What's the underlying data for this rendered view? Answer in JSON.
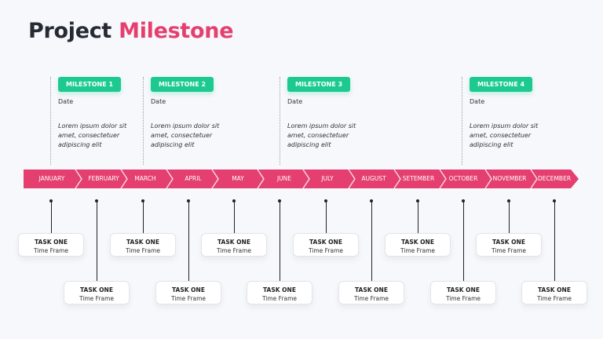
{
  "title": {
    "part1": "Project",
    "part2": "Milestone"
  },
  "colors": {
    "accent": "#e43f6f",
    "milestone": "#1cc98f",
    "text": "#262a33"
  },
  "milestones": [
    {
      "label": "MILESTONE 1",
      "date": "Date",
      "desc": "Lorem ipsum dolor sit amet, consectetuer adipiscing elit",
      "month_index": 0
    },
    {
      "label": "MILESTONE 2",
      "date": "Date",
      "desc": "Lorem ipsum dolor sit amet, consectetuer adipiscing elit",
      "month_index": 2
    },
    {
      "label": "MILESTONE 3",
      "date": "Date",
      "desc": "Lorem ipsum dolor sit amet, consectetuer adipiscing elit",
      "month_index": 5
    },
    {
      "label": "MILESTONE 4",
      "date": "Date",
      "desc": "Lorem ipsum dolor sit amet, consectetuer adipiscing elit",
      "month_index": 9
    }
  ],
  "months": [
    "JANUARY",
    "FEBRUARY",
    "MARCH",
    "APRIL",
    "MAY",
    "JUNE",
    "JULY",
    "AUGUST",
    "SETEMBER",
    "OCTOBER",
    "NOVEMBER",
    "DECEMBER"
  ],
  "tasks": [
    {
      "name": "TASK ONE",
      "time": "Time Frame"
    },
    {
      "name": "TASK ONE",
      "time": "Time Frame"
    },
    {
      "name": "TASK ONE",
      "time": "Time Frame"
    },
    {
      "name": "TASK ONE",
      "time": "Time Frame"
    },
    {
      "name": "TASK ONE",
      "time": "Time Frame"
    },
    {
      "name": "TASK ONE",
      "time": "Time Frame"
    },
    {
      "name": "TASK ONE",
      "time": "Time Frame"
    },
    {
      "name": "TASK ONE",
      "time": "Time Frame"
    },
    {
      "name": "TASK ONE",
      "time": "Time Frame"
    },
    {
      "name": "TASK ONE",
      "time": "Time Frame"
    },
    {
      "name": "TASK ONE",
      "time": "Time Frame"
    },
    {
      "name": "TASK ONE",
      "time": "Time Frame"
    }
  ]
}
